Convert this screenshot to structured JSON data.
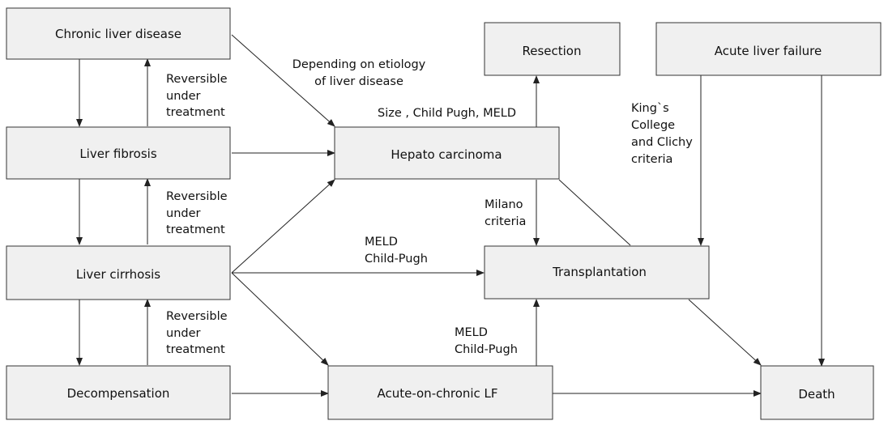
{
  "nodes": {
    "chronic": "Chronic liver disease",
    "fibrosis": "Liver fibrosis",
    "cirrhosis": "Liver cirrhosis",
    "decomp": "Decompensation",
    "hcc": "Hepato carcinoma",
    "resection": "Resection",
    "alf": "Acute liver failure",
    "transplant": "Transplantation",
    "aclf": "Acute-on-chronic LF",
    "death": "Death"
  },
  "labels": {
    "reversible1": [
      "Reversible",
      "under",
      "treatment"
    ],
    "reversible2": [
      "Reversible",
      "under",
      "treatment"
    ],
    "reversible3": [
      "Reversible",
      "under",
      "treatment"
    ],
    "etiology": [
      "Depending on etiology",
      "of liver disease"
    ],
    "size_child_meld": "Size , Child Pugh, MELD",
    "kings": [
      "King`s",
      "College",
      "and Clichy",
      "criteria"
    ],
    "milano": [
      "Milano",
      "criteria"
    ],
    "meld_child_1": [
      "MELD",
      "Child-Pugh"
    ],
    "meld_child_2": [
      "MELD",
      "Child-Pugh"
    ]
  }
}
